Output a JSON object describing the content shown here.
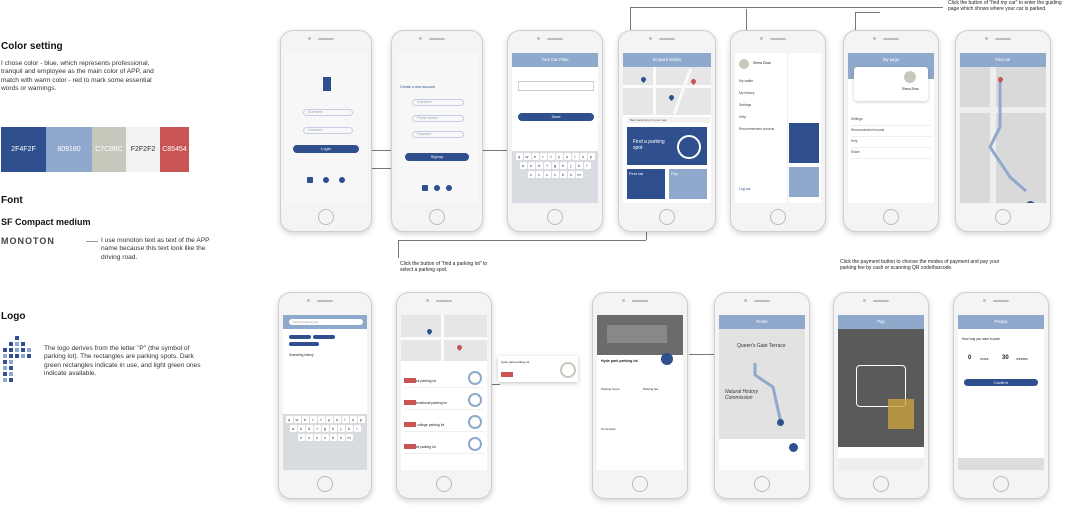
{
  "color_section": {
    "title": "Color setting",
    "text": "I chose color - blue, which represents professional, tranquil and employee as the main color of APP, and match with warm color - red to mark some essential words or warnings.",
    "swatches": [
      {
        "label": "2F4F2F",
        "color": "#2f4f8f",
        "text_color": "#ffffff"
      },
      {
        "label": "809180",
        "color": "#8fa9cc",
        "text_color": "#ffffff"
      },
      {
        "label": "C7C8BC",
        "color": "#c7c8bc",
        "text_color": "#ffffff"
      },
      {
        "label": "F2F2F2",
        "color": "#f2f2f2",
        "text_color": "#333333"
      },
      {
        "label": "C85454",
        "color": "#c85454",
        "text_color": "#ffffff"
      }
    ]
  },
  "font_section": {
    "title": "Font",
    "font_name": "SF Compact medium",
    "logo_font": "MONOTON",
    "logo_font_text": "I use monoton text as text of the APP name because this text look like the driving road."
  },
  "logo_section": {
    "title": "Logo",
    "text": "The logo derives from the letter \"P\" (the symbol of parking lot). The rectangles are parking spots. Dark green rectangles indicate in use, and light green ones indicate available."
  },
  "annotations": {
    "find_my_car": "Click the button of \"find my car\" to enter the guiding page which shows where your car is parked.",
    "find_parking_lot": "Click the button of \"find a parking lot\" to select a parking spot.",
    "payment": "Click the payment button to choose the modes of payment and pay your parking fee by cash or scanning QR code/barcode."
  },
  "screens": {
    "login": {
      "login_label": "Login",
      "username_ph": "Username",
      "password_ph": "Password"
    },
    "signup": {
      "create_label": "Create a new account",
      "username_ph": "Username",
      "phone_ph": "Phone number",
      "password_ph": "Password",
      "signup_label": "Signup"
    },
    "car_plate": {
      "title": "Your Car Plate",
      "save_label": "Save",
      "keys_row1": "qwertyuiop",
      "keys_row2": "asdfghjkl",
      "keys_row3": "zxcvbnm"
    },
    "home": {
      "title": "Ecopark Mobile",
      "search_ph": "Best parking lot in your way",
      "find_spot": "Find a parking spot",
      "find_car": "Find car",
      "pay": "Pay"
    },
    "menu": {
      "user": "Shera Zhao",
      "items": [
        "My wallet",
        "My history",
        "Settings",
        "Help",
        "Recommended records"
      ],
      "logout": "Log out"
    },
    "my_page": {
      "title": "My page",
      "user": "Shera Zhao",
      "items": [
        "Settings",
        "Recommended records",
        "Help",
        "Share"
      ]
    },
    "find_car": {
      "title": "Find car"
    },
    "search": {
      "search_ph": "Search parking lots",
      "history_label": "Searching history"
    },
    "results": {
      "items": [
        "Hyde park parking lot",
        "Park international parking lot",
        "Imperial college parking lot",
        "Music hall parking lot"
      ]
    },
    "detail": {
      "title": "Hyde park parking lot",
      "parking_hours": "Parking hours",
      "parking_fee": "Parking fee",
      "comments": "Comments"
    },
    "route": {
      "title": "Route",
      "street": "Queen's Gate Terrace",
      "place": "Natural History Commission"
    },
    "pay": {
      "title": "Pay"
    },
    "prepay": {
      "title": "Prepay",
      "question": "How long you want to park:",
      "hours_value": "0",
      "hours_label": "hours",
      "minutes_value": "30",
      "minutes_label": "minutes",
      "confirm": "Confirm"
    }
  }
}
